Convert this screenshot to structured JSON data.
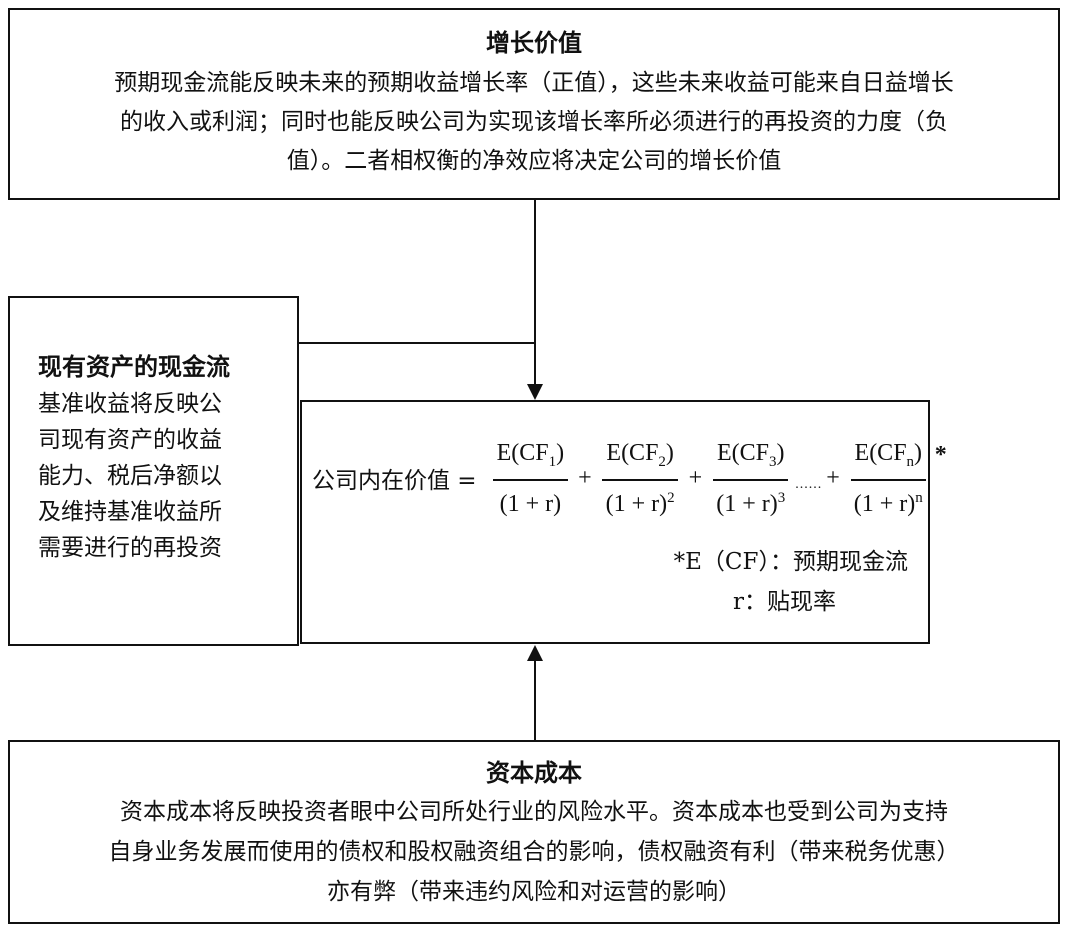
{
  "growth_value": {
    "title": "增长价值",
    "lines": [
      "预期现金流能反映未来的预期收益增长率（正值），这些未来收益可能来自日益增长",
      "的收入或利润；同时也能反映公司为实现该增长率所必须进行的再投资的力度（负",
      "值）。二者相权衡的净效应将决定公司的增长价值"
    ]
  },
  "existing_assets": {
    "title": "现有资产的现金流",
    "lines": [
      "基准收益将反映公",
      "司现有资产的收益",
      "能力、税后净额以",
      "及维持基准收益所",
      "需要进行的再投资"
    ]
  },
  "intrinsic_value": {
    "label": "公司内在价值 =",
    "terms": [
      {
        "num": "E(CF",
        "sub": "1",
        "num_close": ")",
        "den": "(1 + r)",
        "exp": ""
      },
      {
        "num": "E(CF",
        "sub": "2",
        "num_close": ")",
        "den": "(1 + r)",
        "exp": "2"
      },
      {
        "num": "E(CF",
        "sub": "3",
        "num_close": ")",
        "den": "(1 + r)",
        "exp": "3"
      },
      {
        "num": "E(CF",
        "sub": "n",
        "num_close": ")",
        "den": "(1 + r)",
        "exp": "n"
      }
    ],
    "plus": "+",
    "dots": "......",
    "star": "*",
    "legend_cf": "*E（CF）：预期现金流",
    "legend_r": "r：贴现率"
  },
  "cost_of_capital": {
    "title": "资本成本",
    "lines": [
      "资本成本将反映投资者眼中公司所处行业的风险水平。资本成本也受到公司为支持",
      "自身业务发展而使用的债权和股权融资组合的影响，债权融资有利（带来税务优惠）",
      "亦有弊（带来违约风险和对运营的影响）"
    ]
  }
}
